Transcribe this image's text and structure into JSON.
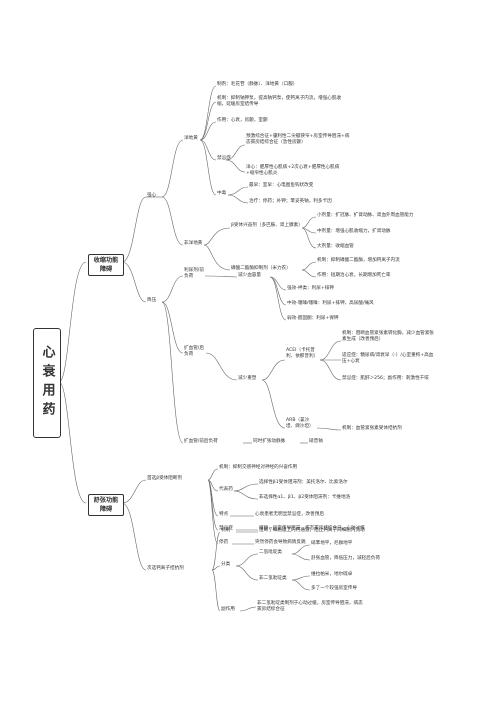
{
  "root": {
    "title": "心衰用药"
  },
  "l1": [
    {
      "label": "收缩功能障碍"
    },
    {
      "label": "舒张功能障碍"
    }
  ],
  "branches": {
    "qiangxin": "强心",
    "yangdihuang": "洋地黄",
    "mech": "制剂：毛花苷（静脉）、洋地黄（口服）",
    "jizhi": "机制：抑制钠钾泵，提高钠钙泵，使钙离子内流，增强心肌收缩，延缓房室结传导",
    "zuoyong": "作用：心衰，房颤，室颤",
    "duzhuo": "禁忌症",
    "duzhuo_a": "预激综合征+肇利性二尖瓣狭窄+房室传导阻滞+病态窦房结综合征（急性房颤）",
    "duzhuo_b": "洋心：肥厚性心肌病+2次心衰+肥厚性心肌病+缩窄性心肌炎",
    "zhongdu": "中毒",
    "zhongdu_a": "最早：室早：心电图鱼钩状改变",
    "zhongdu_b": "治疗：停药；补钾；苯妥英钠，利多卡因",
    "feiyang": "非洋地黄",
    "beta": "β受体兴奋剂（多巴胺、肾上腺素）",
    "beta_a": "小剂量：扩冠脉、扩肾动脉、肾血外周血管能力",
    "beta_b": "中剂量：增强心肌收缩力，扩肾动脉",
    "beta_c": "大剂量：收缩血管",
    "pde": "磷酸二酯酶抑制剂（米力农）",
    "pde_a": "机制：抑制磷酸二酯酶，增加钙离子内流",
    "pde_b": "作用：短期治心衰，长期增加死亡率",
    "liniao": "利尿剂/前负荷",
    "jianshao_rl": "减少血容量",
    "rl_a": "强效-袢类：利尿+排钾",
    "rl_b": "中效-噻嗪/噻嗪：利尿+排钾，高尿酸/痛风",
    "rl_c": "弱效-醛固酮：利尿+保钾",
    "jiangya": "降压",
    "kuoxue": "扩血管/后负荷",
    "jianshao_hz": "减少重塑",
    "acei": "ACEI（卡托普利、依那普利）",
    "acei_a": "机制：阻断血管紧张素转化酶，减少血管紧张素生成（改善预后）",
    "acei_b": "适应症：糖尿病/肾衰早（-）/心室重构+高血压+心衰",
    "acei_c": "禁忌症：肌酐＞256；副作用：刺激性干咳",
    "arb": "ARB（氯沙坦、缬沙坦）",
    "arb_a": "机制：血管紧张素受体拮抗剂",
    "kuoxue_qian": "扩血管/前后负荷",
    "kuoxue_qian_a": "同时扩张动静脉",
    "kuoxue_qian_b": "硝普钠",
    "shouxian": "首选β受体阻断剂",
    "jizhi2": "机制：抑制交感神经对神经的兴奋作用",
    "daibiao": "代表药",
    "daibiao_a": "选择性β1受体阻滞剂：美托洛尔、比索洛尔",
    "daibiao_b": "非选择性α1、β1、β2受体阻滞剂：卡维地洛",
    "tedian": "特点",
    "tedian_a": "心衰患者无明显禁忌症，改善预后",
    "jinji2": "禁忌症",
    "jinji2_a": "哮喘，房室传导阻滞，病态窦房结综合征，心动过缓",
    "tingyao": "停药",
    "tingyao_a": "突然停药会导致病情反跳",
    "cizhi": "次选钙离子拮抗剂",
    "cizhi_jz": "机制",
    "cizhi_jz_a": "阻断了细胞膜上的钙通道，阻止钙离子向细胞内流动",
    "fenlei": "分类",
    "fen_erqing": "二氢吡啶类",
    "fen_erqing_a": "硝苯地平，尼群地平",
    "fen_erqing_b": "舒张血管，降低压力，减轻后负荷",
    "fen_fei": "非二氢吡啶类",
    "fen_fei_a": "维拉帕米，地尔硫卓",
    "fen_fei_b": "多了一个较强房室传导",
    "fuzuoyong": "副作用",
    "fuzuoyong_a": "非二氢吡啶类制剂于心动过缓，房室传导阻滞，病态窦房结综合征"
  }
}
